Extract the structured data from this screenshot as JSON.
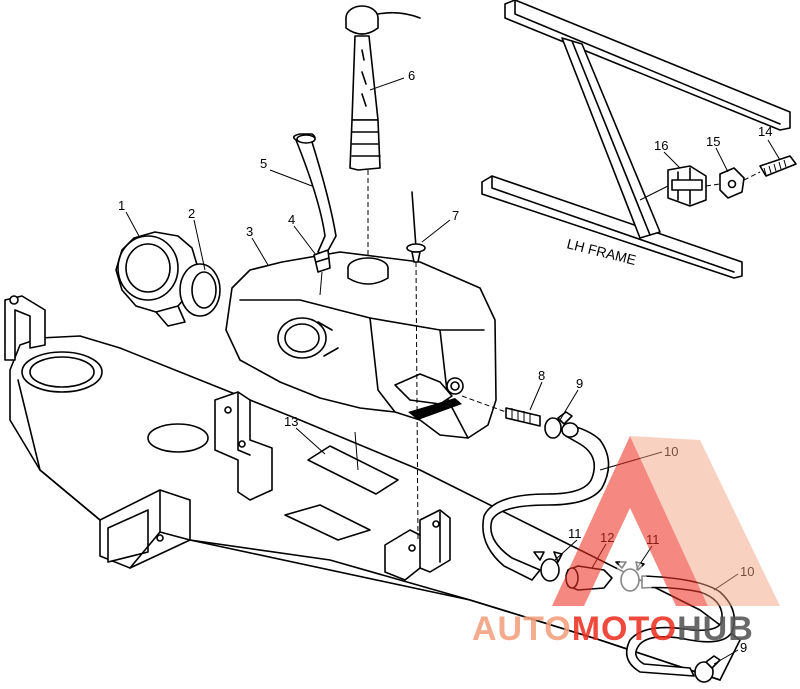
{
  "callouts": [
    {
      "id": "1",
      "label": "1"
    },
    {
      "id": "2",
      "label": "2"
    },
    {
      "id": "3",
      "label": "3"
    },
    {
      "id": "4",
      "label": "4"
    },
    {
      "id": "5",
      "label": "5"
    },
    {
      "id": "6",
      "label": "6"
    },
    {
      "id": "7",
      "label": "7"
    },
    {
      "id": "8",
      "label": "8"
    },
    {
      "id": "9a",
      "label": "9"
    },
    {
      "id": "10a",
      "label": "10"
    },
    {
      "id": "11a",
      "label": "11"
    },
    {
      "id": "12",
      "label": "12"
    },
    {
      "id": "11b",
      "label": "11"
    },
    {
      "id": "10b",
      "label": "10"
    },
    {
      "id": "9b",
      "label": "9"
    },
    {
      "id": "13",
      "label": "13"
    },
    {
      "id": "14",
      "label": "14"
    },
    {
      "id": "15",
      "label": "15"
    },
    {
      "id": "16",
      "label": "16"
    }
  ],
  "frame_label": "LH FRAME",
  "watermark": {
    "part1": "AUTO",
    "part2": "MOTO",
    "part3": "HUB",
    "colors": {
      "light": "#f3a07e",
      "red": "#ee3124",
      "gray": "#555555"
    }
  }
}
